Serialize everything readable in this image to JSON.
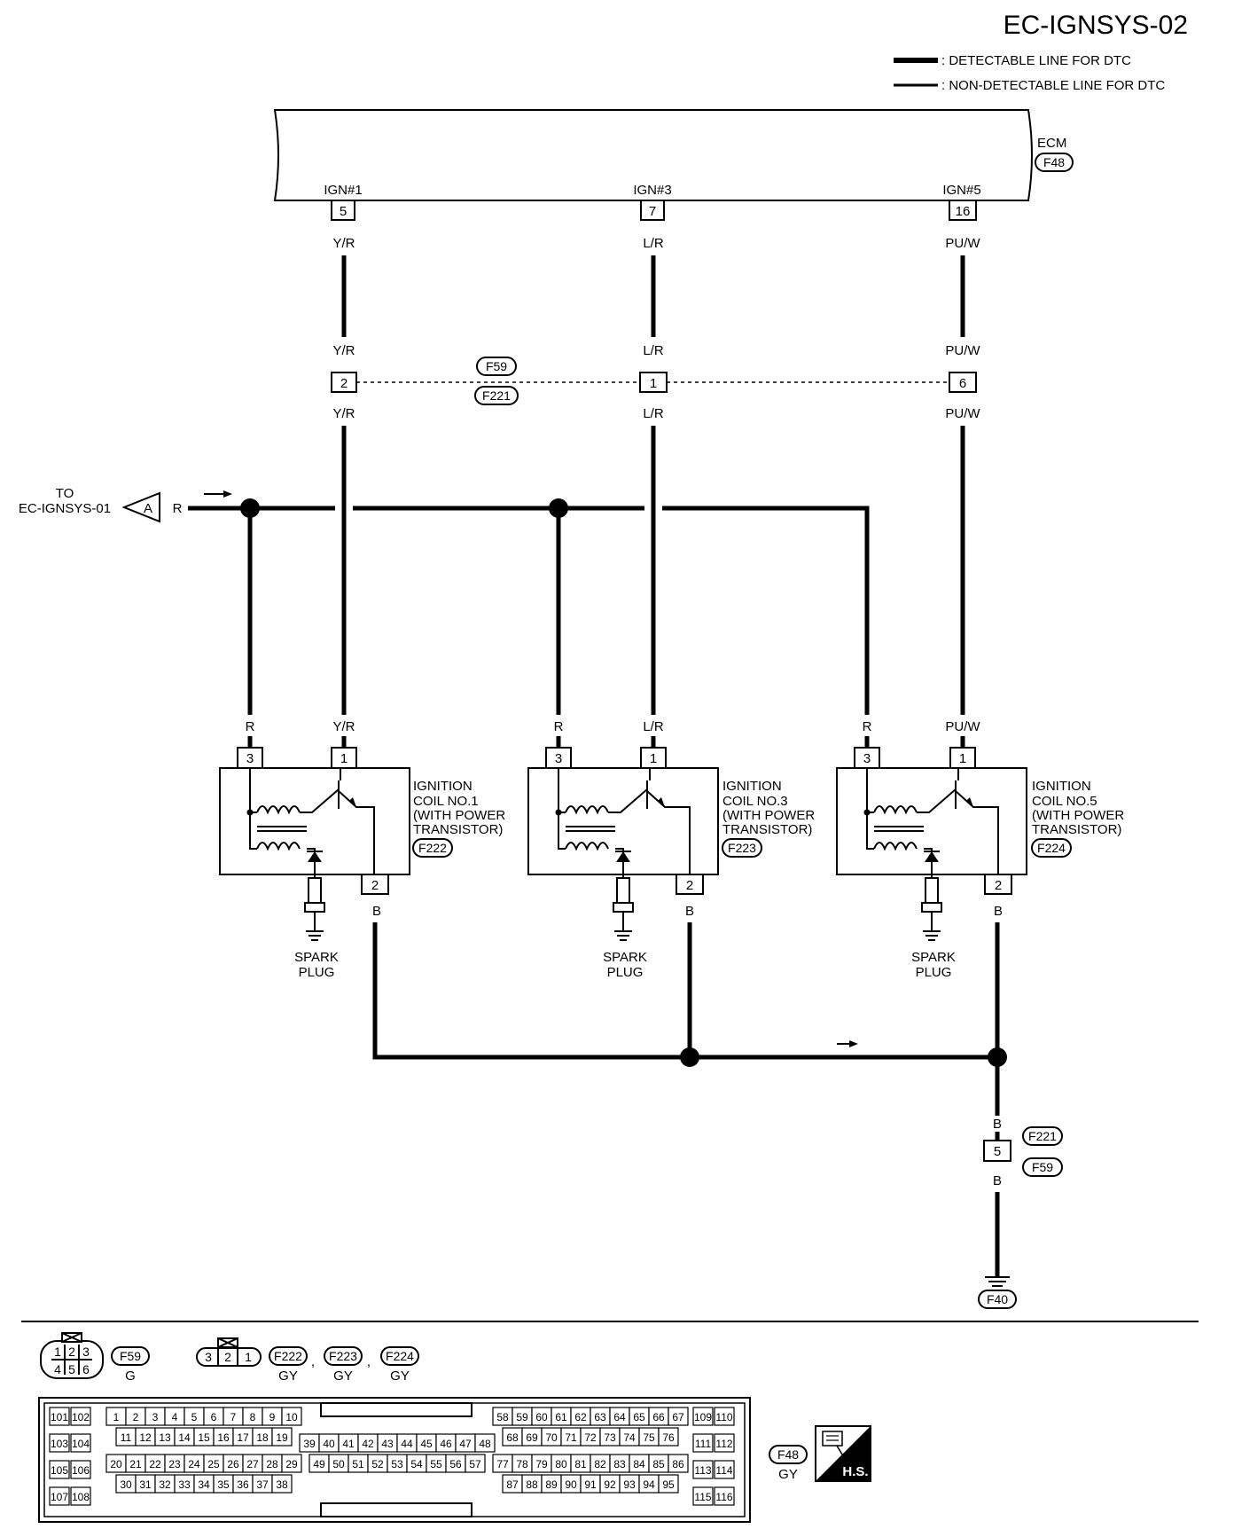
{
  "title": "EC-IGNSYS-02",
  "legend": {
    "detectable": ": DETECTABLE LINE FOR DTC",
    "non_detectable": ": NON-DETECTABLE LINE FOR DTC"
  },
  "ecm": {
    "label": "ECM",
    "connector": "F48"
  },
  "ecm_pins": [
    {
      "name": "IGN#1",
      "pin": "5",
      "wire_top": "Y/R",
      "wire_mid_top": "Y/R",
      "mid_pin": "2",
      "wire_mid_bot": "Y/R"
    },
    {
      "name": "IGN#3",
      "pin": "7",
      "wire_top": "L/R",
      "wire_mid_top": "L/R",
      "mid_pin": "1",
      "wire_mid_bot": "L/R"
    },
    {
      "name": "IGN#5",
      "pin": "16",
      "wire_top": "PU/W",
      "wire_mid_top": "PU/W",
      "mid_pin": "6",
      "wire_mid_bot": "PU/W"
    }
  ],
  "inline_connector": {
    "a": "F59",
    "b": "F221"
  },
  "source": {
    "line1": "TO",
    "line2": "EC-IGNSYS-01",
    "tag": "A",
    "wire": "R"
  },
  "coils": [
    {
      "label1": "IGNITION",
      "label2": "COIL NO.1",
      "label3": "(WITH POWER",
      "label4": "TRANSISTOR)",
      "connector": "F222",
      "wire_r": "R",
      "wire_sig": "Y/R",
      "pin3": "3",
      "pin1": "1",
      "pin2": "2",
      "ground_wire": "B",
      "plug1": "SPARK",
      "plug2": "PLUG"
    },
    {
      "label1": "IGNITION",
      "label2": "COIL NO.3",
      "label3": "(WITH POWER",
      "label4": "TRANSISTOR)",
      "connector": "F223",
      "wire_r": "R",
      "wire_sig": "L/R",
      "pin3": "3",
      "pin1": "1",
      "pin2": "2",
      "ground_wire": "B",
      "plug1": "SPARK",
      "plug2": "PLUG"
    },
    {
      "label1": "IGNITION",
      "label2": "COIL NO.5",
      "label3": "(WITH POWER",
      "label4": "TRANSISTOR)",
      "connector": "F224",
      "wire_r": "R",
      "wire_sig": "PU/W",
      "pin3": "3",
      "pin1": "1",
      "pin2": "2",
      "ground_wire": "B",
      "plug1": "SPARK",
      "plug2": "PLUG"
    }
  ],
  "ground_path": {
    "wire_top": "B",
    "pin": "5",
    "conn_a": "F221",
    "conn_b": "F59",
    "wire_bot": "B",
    "ground": "F40"
  },
  "connector_views": {
    "f59": {
      "pins": [
        "1",
        "2",
        "3",
        "4",
        "5",
        "6"
      ],
      "label": "F59",
      "color": "G"
    },
    "coil": {
      "pins": [
        "3",
        "2",
        "1"
      ],
      "labels": [
        "F222",
        "F223",
        "F224"
      ],
      "sep": ",",
      "color": "GY"
    },
    "ecm": {
      "label": "F48",
      "color": "GY",
      "hs": "H.S.",
      "left_pairs": [
        [
          "101",
          "102"
        ],
        [
          "103",
          "104"
        ],
        [
          "105",
          "106"
        ],
        [
          "107",
          "108"
        ]
      ],
      "right_pairs": [
        [
          "109",
          "110"
        ],
        [
          "111",
          "112"
        ],
        [
          "113",
          "114"
        ],
        [
          "115",
          "116"
        ]
      ],
      "rows": [
        [
          "1",
          "2",
          "3",
          "4",
          "5",
          "6",
          "7",
          "8",
          "9",
          "10"
        ],
        [
          "11",
          "12",
          "13",
          "14",
          "15",
          "16",
          "17",
          "18",
          "19"
        ],
        [
          "39",
          "40",
          "41",
          "42",
          "43",
          "44",
          "45",
          "46",
          "47",
          "48"
        ],
        [
          "49",
          "50",
          "51",
          "52",
          "53",
          "54",
          "55",
          "56",
          "57"
        ],
        [
          "20",
          "21",
          "22",
          "23",
          "24",
          "25",
          "26",
          "27",
          "28",
          "29"
        ],
        [
          "30",
          "31",
          "32",
          "33",
          "34",
          "35",
          "36",
          "37",
          "38"
        ],
        [
          "58",
          "59",
          "60",
          "61",
          "62",
          "63",
          "64",
          "65",
          "66",
          "67"
        ],
        [
          "68",
          "69",
          "70",
          "71",
          "72",
          "73",
          "74",
          "75",
          "76"
        ],
        [
          "77",
          "78",
          "79",
          "80",
          "81",
          "82",
          "83",
          "84",
          "85",
          "86"
        ],
        [
          "87",
          "88",
          "89",
          "90",
          "91",
          "92",
          "93",
          "94",
          "95"
        ]
      ]
    }
  }
}
